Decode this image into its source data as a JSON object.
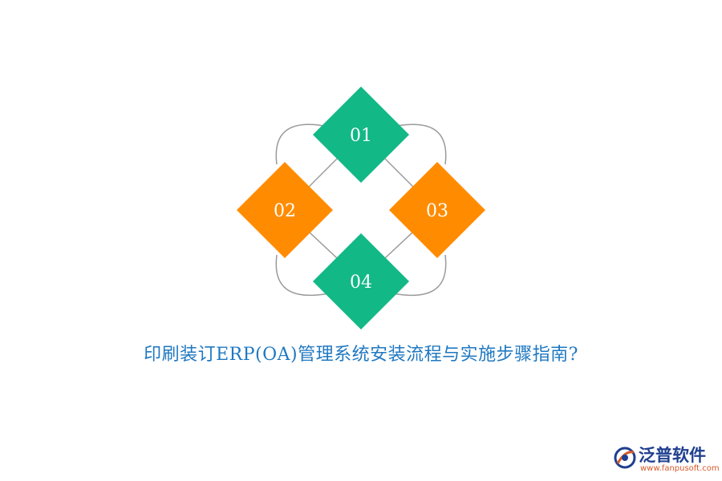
{
  "diagram": {
    "nodes": [
      {
        "label": "01",
        "color": "#12b886"
      },
      {
        "label": "02",
        "color": "#ff8c00"
      },
      {
        "label": "03",
        "color": "#ff8c00"
      },
      {
        "label": "04",
        "color": "#12b886"
      }
    ],
    "connector_color": "#9a9a9a"
  },
  "title": "印刷装订ERP(OA)管理系统安装流程与实施步骤指南?",
  "brand": {
    "name": "泛普软件",
    "url": "www.fanpusoft.com",
    "name_color": "#1f3f8f",
    "url_color": "#d45a2a",
    "logo_icon": "fanpu-logo-icon"
  }
}
